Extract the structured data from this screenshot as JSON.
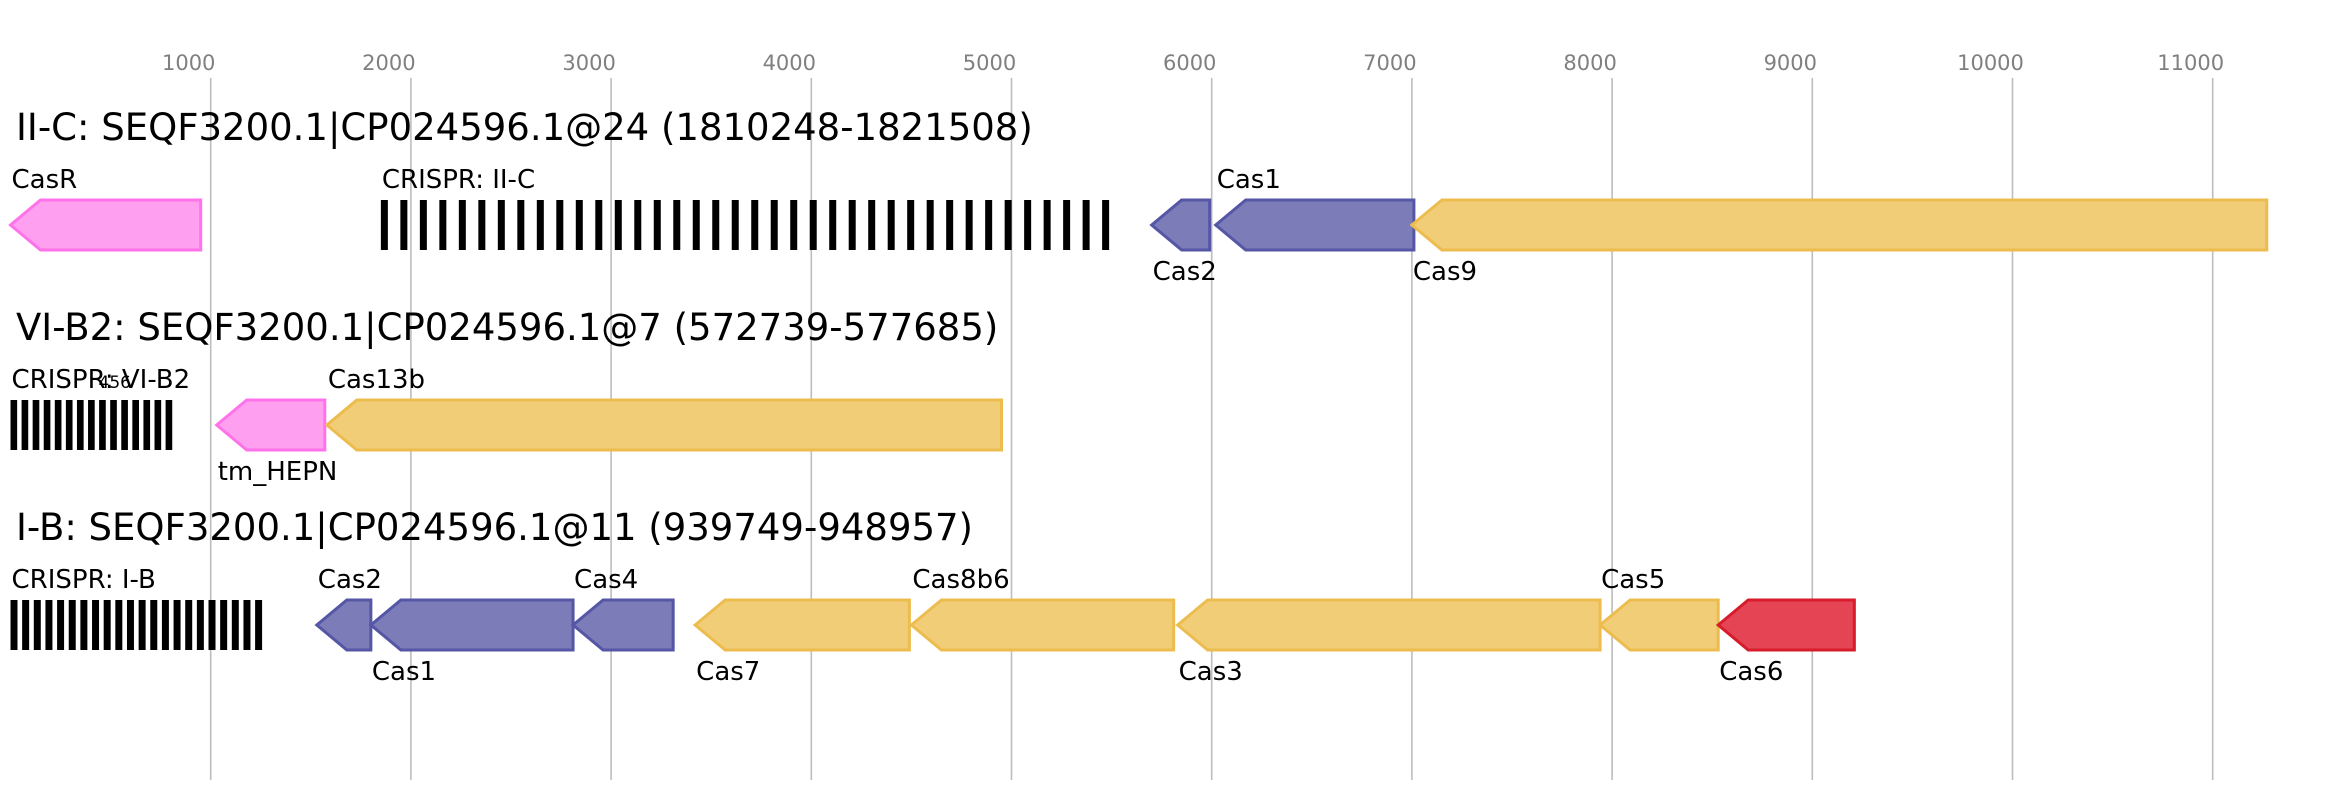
{
  "axis": {
    "ticks": [
      {
        "value": 1000,
        "label": "1000"
      },
      {
        "value": 2000,
        "label": "2000"
      },
      {
        "value": 3000,
        "label": "3000"
      },
      {
        "value": 4000,
        "label": "4000"
      },
      {
        "value": 5000,
        "label": "5000"
      },
      {
        "value": 6000,
        "label": "6000"
      },
      {
        "value": 7000,
        "label": "7000"
      },
      {
        "value": 8000,
        "label": "8000"
      },
      {
        "value": 9000,
        "label": "9000"
      },
      {
        "value": 10000,
        "label": "10000"
      },
      {
        "value": 11000,
        "label": "11000"
      }
    ]
  },
  "colors": {
    "pink": {
      "fill": "#ff9ff0",
      "stroke": "#ff72e9"
    },
    "purple": {
      "fill": "#7b7cb8",
      "stroke": "#5556a6"
    },
    "gold": {
      "fill": "#f2cd78",
      "stroke": "#ecbd4e"
    },
    "red": {
      "fill": "#e54454",
      "stroke": "#d71d2c"
    },
    "crispr": "#000000"
  },
  "tracks": [
    {
      "title": "II-C: SEQF3200.1|CP024596.1@24 (1810248-1821508)",
      "features": [
        {
          "kind": "gene",
          "name": "CasR",
          "start": 0,
          "end": 950,
          "strand": "-",
          "color": "pink",
          "label_pos": "top"
        },
        {
          "kind": "crispr",
          "name": "CRISPR: II-C",
          "start": 1850,
          "end": 5550,
          "count": 38,
          "label_pos": "top"
        },
        {
          "kind": "gene",
          "name": "Cas2",
          "start": 5700,
          "end": 5990,
          "strand": "-",
          "color": "purple",
          "label_pos": "bottom"
        },
        {
          "kind": "gene",
          "name": "Cas1",
          "start": 6020,
          "end": 7010,
          "strand": "-",
          "color": "purple",
          "label_pos": "top"
        },
        {
          "kind": "gene",
          "name": "Cas9",
          "start": 7000,
          "end": 11270,
          "strand": "-",
          "color": "gold",
          "label_pos": "bottom"
        }
      ]
    },
    {
      "title": "VI-B2: SEQF3200.1|CP024596.1@7 (572739-577685)",
      "features": [
        {
          "kind": "crispr",
          "name": "CRISPR: VI-B2",
          "start": 0,
          "end": 830,
          "count": 15,
          "label_pos": "top",
          "extra_label": "456"
        },
        {
          "kind": "gene",
          "name": "tm_HEPN",
          "start": 1030,
          "end": 1570,
          "strand": "-",
          "color": "pink",
          "label_pos": "bottom"
        },
        {
          "kind": "gene",
          "name": "Cas13b",
          "start": 1580,
          "end": 4950,
          "strand": "-",
          "color": "gold",
          "label_pos": "top"
        }
      ]
    },
    {
      "title": "I-B: SEQF3200.1|CP024596.1@11 (939749-948957)",
      "features": [
        {
          "kind": "crispr",
          "name": "CRISPR: I-B",
          "start": 0,
          "end": 1280,
          "count": 22,
          "label_pos": "top"
        },
        {
          "kind": "gene",
          "name": "Cas2",
          "start": 1530,
          "end": 1800,
          "strand": "-",
          "color": "purple",
          "label_pos": "top"
        },
        {
          "kind": "gene",
          "name": "Cas1",
          "start": 1800,
          "end": 2810,
          "strand": "-",
          "color": "purple",
          "label_pos": "bottom"
        },
        {
          "kind": "gene",
          "name": "Cas4",
          "start": 2810,
          "end": 3310,
          "strand": "-",
          "color": "purple",
          "label_pos": "top"
        },
        {
          "kind": "gene",
          "name": "Cas7",
          "start": 3420,
          "end": 4490,
          "strand": "-",
          "color": "gold",
          "label_pos": "bottom"
        },
        {
          "kind": "gene",
          "name": "Cas8b6",
          "start": 4500,
          "end": 5810,
          "strand": "-",
          "color": "gold",
          "label_pos": "top"
        },
        {
          "kind": "gene",
          "name": "Cas3",
          "start": 5830,
          "end": 7940,
          "strand": "-",
          "color": "gold",
          "label_pos": "bottom"
        },
        {
          "kind": "gene",
          "name": "Cas5",
          "start": 7940,
          "end": 8530,
          "strand": "-",
          "color": "gold",
          "label_pos": "top"
        },
        {
          "kind": "gene",
          "name": "Cas6",
          "start": 8530,
          "end": 9210,
          "strand": "-",
          "color": "red",
          "label_pos": "bottom"
        }
      ]
    }
  ]
}
